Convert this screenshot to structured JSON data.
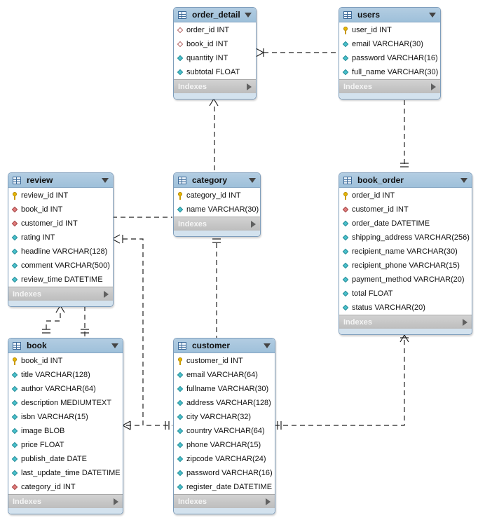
{
  "diagram": {
    "indexes_label": "Indexes",
    "tables": [
      {
        "id": "order_detail",
        "name": "order_detail",
        "columns": [
          {
            "text": "order_id INT",
            "marker": "hollow"
          },
          {
            "text": "book_id INT",
            "marker": "hollow"
          },
          {
            "text": "quantity INT",
            "marker": "cyan"
          },
          {
            "text": "subtotal FLOAT",
            "marker": "cyan"
          }
        ]
      },
      {
        "id": "users",
        "name": "users",
        "columns": [
          {
            "text": "user_id INT",
            "marker": "key"
          },
          {
            "text": "email VARCHAR(30)",
            "marker": "cyan"
          },
          {
            "text": "password VARCHAR(16)",
            "marker": "cyan"
          },
          {
            "text": "full_name VARCHAR(30)",
            "marker": "cyan"
          }
        ]
      },
      {
        "id": "review",
        "name": "review",
        "columns": [
          {
            "text": "review_id INT",
            "marker": "key"
          },
          {
            "text": "book_id INT",
            "marker": "red"
          },
          {
            "text": "customer_id INT",
            "marker": "red"
          },
          {
            "text": "rating INT",
            "marker": "cyan"
          },
          {
            "text": "headline VARCHAR(128)",
            "marker": "cyan"
          },
          {
            "text": "comment VARCHAR(500)",
            "marker": "cyan"
          },
          {
            "text": "review_time DATETIME",
            "marker": "cyan"
          }
        ]
      },
      {
        "id": "category",
        "name": "category",
        "columns": [
          {
            "text": "category_id INT",
            "marker": "key"
          },
          {
            "text": "name VARCHAR(30)",
            "marker": "cyan"
          }
        ]
      },
      {
        "id": "book_order",
        "name": "book_order",
        "columns": [
          {
            "text": "order_id INT",
            "marker": "key"
          },
          {
            "text": "customer_id INT",
            "marker": "red"
          },
          {
            "text": "order_date DATETIME",
            "marker": "cyan"
          },
          {
            "text": "shipping_address VARCHAR(256)",
            "marker": "cyan"
          },
          {
            "text": "recipient_name VARCHAR(30)",
            "marker": "cyan"
          },
          {
            "text": "recipient_phone VARCHAR(15)",
            "marker": "cyan"
          },
          {
            "text": "payment_method VARCHAR(20)",
            "marker": "cyan"
          },
          {
            "text": "total FLOAT",
            "marker": "cyan"
          },
          {
            "text": "status VARCHAR(20)",
            "marker": "cyan"
          }
        ]
      },
      {
        "id": "book",
        "name": "book",
        "columns": [
          {
            "text": "book_id INT",
            "marker": "key"
          },
          {
            "text": "title VARCHAR(128)",
            "marker": "cyan"
          },
          {
            "text": "author VARCHAR(64)",
            "marker": "cyan"
          },
          {
            "text": "description MEDIUMTEXT",
            "marker": "cyan"
          },
          {
            "text": "isbn VARCHAR(15)",
            "marker": "cyan"
          },
          {
            "text": "image BLOB",
            "marker": "cyan"
          },
          {
            "text": "price FLOAT",
            "marker": "cyan"
          },
          {
            "text": "publish_date DATE",
            "marker": "cyan"
          },
          {
            "text": "last_update_time DATETIME",
            "marker": "cyan"
          },
          {
            "text": "category_id INT",
            "marker": "red"
          }
        ]
      },
      {
        "id": "customer",
        "name": "customer",
        "columns": [
          {
            "text": "customer_id INT",
            "marker": "key"
          },
          {
            "text": "email VARCHAR(64)",
            "marker": "cyan"
          },
          {
            "text": "fullname VARCHAR(30)",
            "marker": "cyan"
          },
          {
            "text": "address VARCHAR(128)",
            "marker": "cyan"
          },
          {
            "text": "city VARCHAR(32)",
            "marker": "cyan"
          },
          {
            "text": "country VARCHAR(64)",
            "marker": "cyan"
          },
          {
            "text": "phone VARCHAR(15)",
            "marker": "cyan"
          },
          {
            "text": "zipcode VARCHAR(24)",
            "marker": "cyan"
          },
          {
            "text": "password VARCHAR(16)",
            "marker": "cyan"
          },
          {
            "text": "register_date DATETIME",
            "marker": "cyan"
          }
        ]
      }
    ]
  }
}
